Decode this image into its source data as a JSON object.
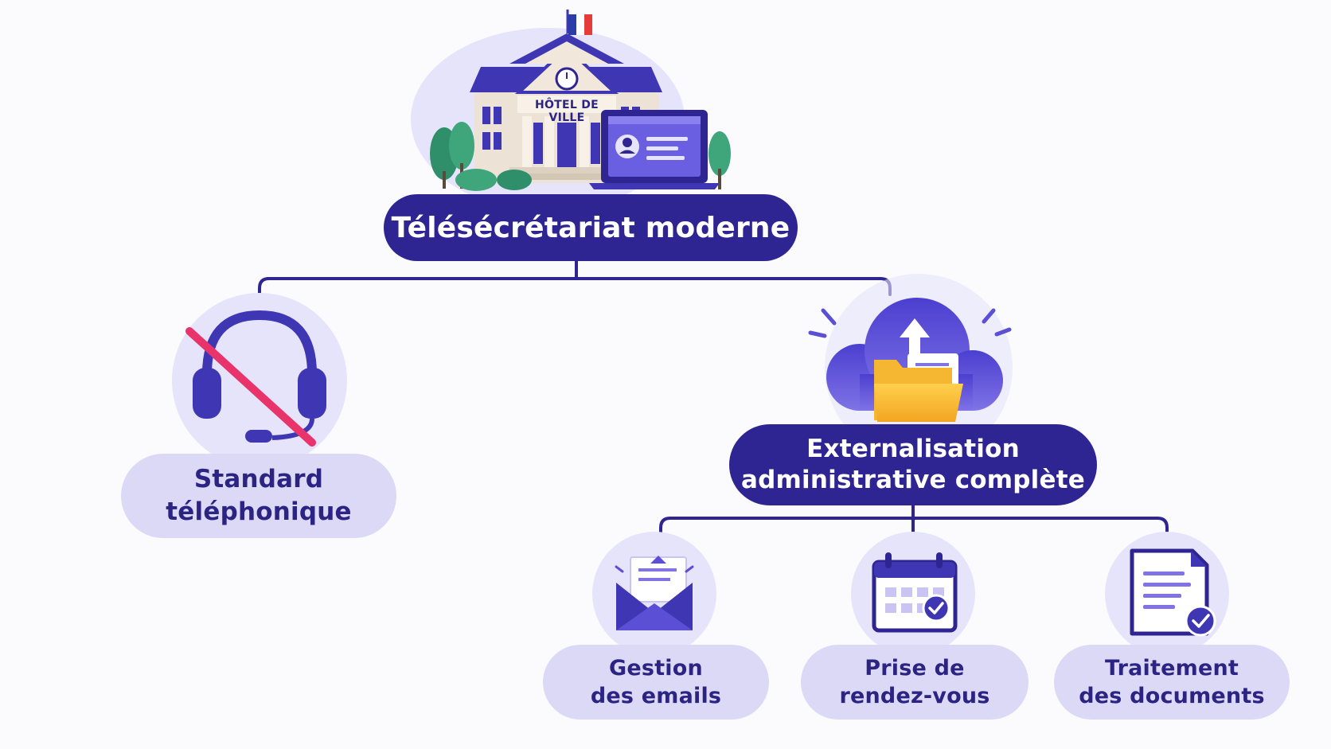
{
  "diagram": {
    "root": {
      "label": "Télésécrétariat moderne",
      "building_sign": "HÔTEL DE VILLE"
    },
    "left_branch": {
      "label_line1": "Standard",
      "label_line2": "téléphonique",
      "icon": "headset-icon",
      "crossed_out": true
    },
    "right_branch": {
      "label_line1": "Externalisation",
      "label_line2": "administrative complète",
      "icon": "cloud-upload-folder-icon"
    },
    "leaves": [
      {
        "line1": "Gestion",
        "line2": "des emails",
        "icon": "email-icon"
      },
      {
        "line1": "Prise de",
        "line2": "rendez-vous",
        "icon": "calendar-check-icon"
      },
      {
        "line1": "Traitement",
        "line2": "des documents",
        "icon": "document-check-icon"
      }
    ],
    "colors": {
      "primary": "#2f2592",
      "pill_light": "#dcd9f7",
      "icon_bg": "#e6e4fa",
      "connector": "#2f2592",
      "cross": "#e8336b",
      "folder": "#f5b731",
      "flag_blue": "#2b3ea8",
      "flag_red": "#e63b3b"
    }
  }
}
